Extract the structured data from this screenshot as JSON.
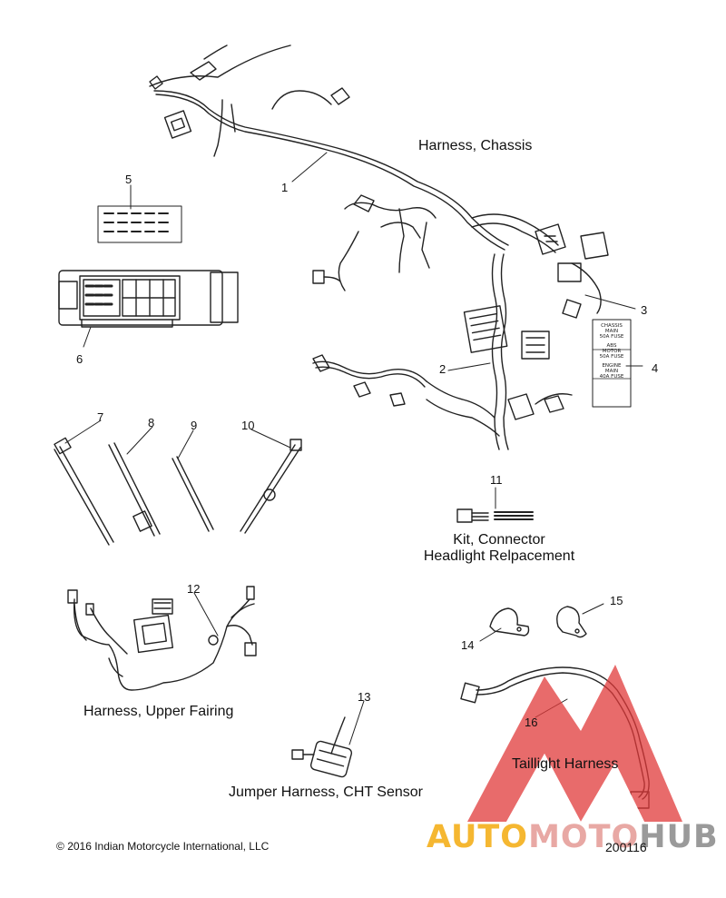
{
  "title": "Harness, Chassis",
  "parts": [
    {
      "num": "1",
      "name": "Harness, Chassis"
    },
    {
      "num": "2",
      "name": ""
    },
    {
      "num": "3",
      "name": ""
    },
    {
      "num": "4",
      "name": ""
    },
    {
      "num": "5",
      "name": ""
    },
    {
      "num": "6",
      "name": ""
    },
    {
      "num": "7",
      "name": ""
    },
    {
      "num": "8",
      "name": ""
    },
    {
      "num": "9",
      "name": ""
    },
    {
      "num": "10",
      "name": ""
    },
    {
      "num": "11",
      "name": "Kit, Connector",
      "name2": "Headlight Relpacement"
    },
    {
      "num": "12",
      "name": "Harness, Upper Fairing"
    },
    {
      "num": "13",
      "name": "Jumper Harness, CHT Sensor"
    },
    {
      "num": "14",
      "name": ""
    },
    {
      "num": "15",
      "name": ""
    },
    {
      "num": "16",
      "name": "Taillight Harness"
    }
  ],
  "fuse_label": {
    "lines": [
      "CHASSIS",
      "MAIN",
      "50A FUSE",
      "ABS",
      "MOTOR",
      "50A FUSE",
      "ENGINE",
      "MAIN",
      "40A FUSE"
    ]
  },
  "footer": {
    "copyright": "2016 Indian Motorcycle International, LLC",
    "figure_id": "200116"
  },
  "watermark": {
    "part1": "AUTO",
    "part2": "MOTO",
    "part3": "HUB",
    "colors": {
      "auto": "#f5b731",
      "moto": "#e8a8a4",
      "hub": "#9a9a9a",
      "triangle": "#e03a3a"
    }
  }
}
